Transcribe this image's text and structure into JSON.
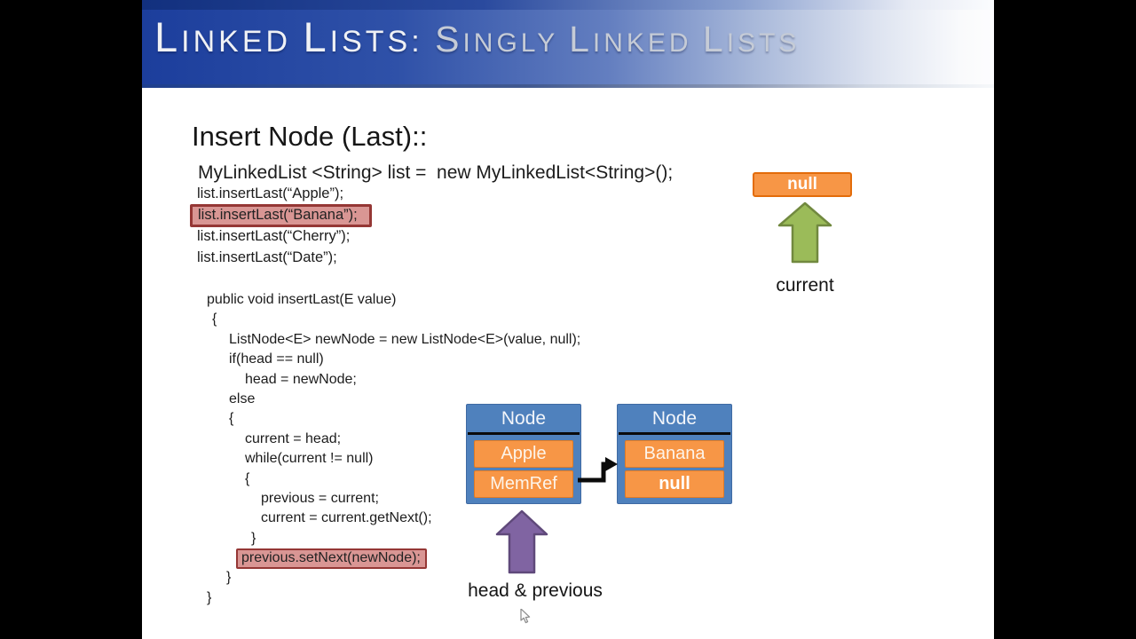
{
  "header": {
    "title": {
      "p1c1": "L",
      "p1r1": "INKED ",
      "p1c2": "L",
      "p1r2": "ISTS: ",
      "p2c1": "S",
      "p2r1": "INGLY ",
      "p2c2": "L",
      "p2r2": "INKED ",
      "p2c3": "L",
      "p2r3": "ISTS"
    }
  },
  "slide": {
    "title": "Insert Node (Last)::",
    "declaration": "MyLinkedList <String> list =  new MyLinkedList<String>();",
    "calls": [
      {
        "text": "list.insertLast(“Apple”);",
        "highlight": false
      },
      {
        "text": "list.insertLast(“Banana”);",
        "highlight": true
      },
      {
        "text": "list.insertLast(“Cherry”);",
        "highlight": false
      },
      {
        "text": "list.insertLast(“Date”);",
        "highlight": false
      }
    ],
    "code_lines": [
      {
        "text": "public void insertLast(E value)",
        "indent": 18,
        "highlight": false
      },
      {
        "text": "{",
        "indent": 24,
        "highlight": false
      },
      {
        "text": "ListNode<E> newNode = new ListNode<E>(value, null);",
        "indent": 43,
        "highlight": false
      },
      {
        "text": "if(head == null)",
        "indent": 43,
        "highlight": false
      },
      {
        "text": "head = newNode;",
        "indent": 61,
        "highlight": false
      },
      {
        "text": "else",
        "indent": 43,
        "highlight": false
      },
      {
        "text": "{",
        "indent": 43,
        "highlight": false
      },
      {
        "text": "current = head;",
        "indent": 61,
        "highlight": false
      },
      {
        "text": "while(current != null)",
        "indent": 61,
        "highlight": false
      },
      {
        "text": "{",
        "indent": 61,
        "highlight": false
      },
      {
        "text": "previous = current;",
        "indent": 79,
        "highlight": false
      },
      {
        "text": "current = current.getNext();",
        "indent": 79,
        "highlight": false
      },
      {
        "text": "}",
        "indent": 68,
        "highlight": false
      },
      {
        "text": "previous.setNext(newNode);",
        "indent": 57,
        "highlight": true
      },
      {
        "text": "}",
        "indent": 40,
        "highlight": false
      },
      {
        "text": "}",
        "indent": 18,
        "highlight": false
      }
    ],
    "diagram": {
      "null_box_label": "null",
      "current_label": "current",
      "head_label": "head & previous",
      "nodes": [
        {
          "title": "Node",
          "value": "Apple",
          "ref": "MemRef"
        },
        {
          "title": "Node",
          "value": "Banana",
          "ref": "null"
        }
      ]
    },
    "colors": {
      "node_blue": "#4F81BD",
      "cell_orange": "#F79646",
      "cell_orange_border": "#E36C0A",
      "highlight_fill": "#D99694",
      "highlight_border": "#953735",
      "arrow_green": "#9BBB59",
      "arrow_green_border": "#71893F",
      "arrow_purple": "#8064A2",
      "arrow_purple_border": "#5F497A",
      "header_blue": "#1C3E9C"
    }
  }
}
